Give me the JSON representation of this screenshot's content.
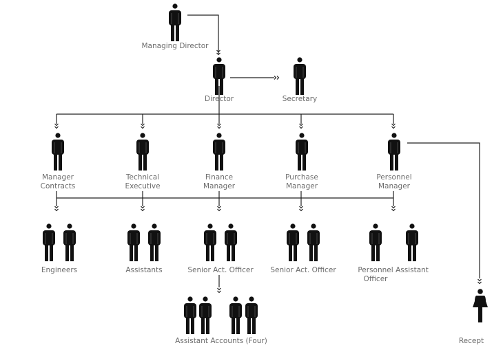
{
  "diagram": {
    "type": "org-chart",
    "colors": {
      "figure": "#111111",
      "line": "#222222",
      "label": "#6b6b6b"
    },
    "nodes": {
      "managing_director": {
        "label": "Managing Director",
        "icon": "male-person-icon"
      },
      "director": {
        "label": "Director",
        "icon": "male-person-icon"
      },
      "secretary": {
        "label": "Secretary",
        "icon": "male-person-icon"
      },
      "manager_contracts": {
        "label": "Manager Contracts",
        "line1": "Manager",
        "line2": "Contracts",
        "icon": "male-person-icon"
      },
      "technical_executive": {
        "label": "Technical Executive",
        "line1": "Technical",
        "line2": "Executive",
        "icon": "male-person-icon"
      },
      "finance_manager": {
        "label": "Finance Manager",
        "line1": "Finance",
        "line2": "Manager",
        "icon": "male-person-icon"
      },
      "purchase_manager": {
        "label": "Purchase Manager",
        "line1": "Purchase",
        "line2": "Manager",
        "icon": "male-person-icon"
      },
      "personnel_manager": {
        "label": "Personnel Manager",
        "line1": "Personnel",
        "line2": "Manager",
        "icon": "male-person-icon"
      },
      "engineers": {
        "label": "Engineers",
        "count": 2,
        "icon": "male-person-icon"
      },
      "assistants": {
        "label": "Assistants",
        "count": 2,
        "icon": "male-person-icon"
      },
      "senior_act_officer_1": {
        "label": "Senior Act. Officer",
        "count": 2,
        "icon": "male-person-icon"
      },
      "senior_act_officer_2": {
        "label": "Senior Act. Officer",
        "count": 2,
        "icon": "male-person-icon"
      },
      "personnel_officer": {
        "label": "Personnel Officer",
        "line1": "Personnel",
        "line2": "Officer",
        "count": 1,
        "icon": "male-person-icon"
      },
      "assistant": {
        "label": "Assistant",
        "count": 1,
        "icon": "male-person-icon"
      },
      "assistant_accounts": {
        "label": "Assistant Accounts (Four)",
        "count": 4,
        "icon": "male-person-icon"
      },
      "recept": {
        "label": "Recept",
        "count": 1,
        "icon": "female-person-icon"
      }
    },
    "edges": [
      {
        "from": "Managing Director",
        "to": "Director"
      },
      {
        "from": "Director",
        "to": "Secretary"
      },
      {
        "from": "Director",
        "to": "Manager Contracts"
      },
      {
        "from": "Director",
        "to": "Technical Executive"
      },
      {
        "from": "Director",
        "to": "Finance Manager"
      },
      {
        "from": "Director",
        "to": "Purchase Manager"
      },
      {
        "from": "Director",
        "to": "Personnel Manager"
      },
      {
        "from": "Manager Contracts",
        "to": "Engineers"
      },
      {
        "from": "Technical Executive",
        "to": "Assistants"
      },
      {
        "from": "Finance Manager",
        "to": "Senior Act. Officer"
      },
      {
        "from": "Purchase Manager",
        "to": "Senior Act. Officer"
      },
      {
        "from": "Personnel Manager",
        "to": "Personnel Officer / Assistant"
      },
      {
        "from": "Senior Act. Officer",
        "to": "Assistant Accounts (Four)"
      },
      {
        "from": "Personnel Manager",
        "to": "Recept"
      }
    ]
  }
}
